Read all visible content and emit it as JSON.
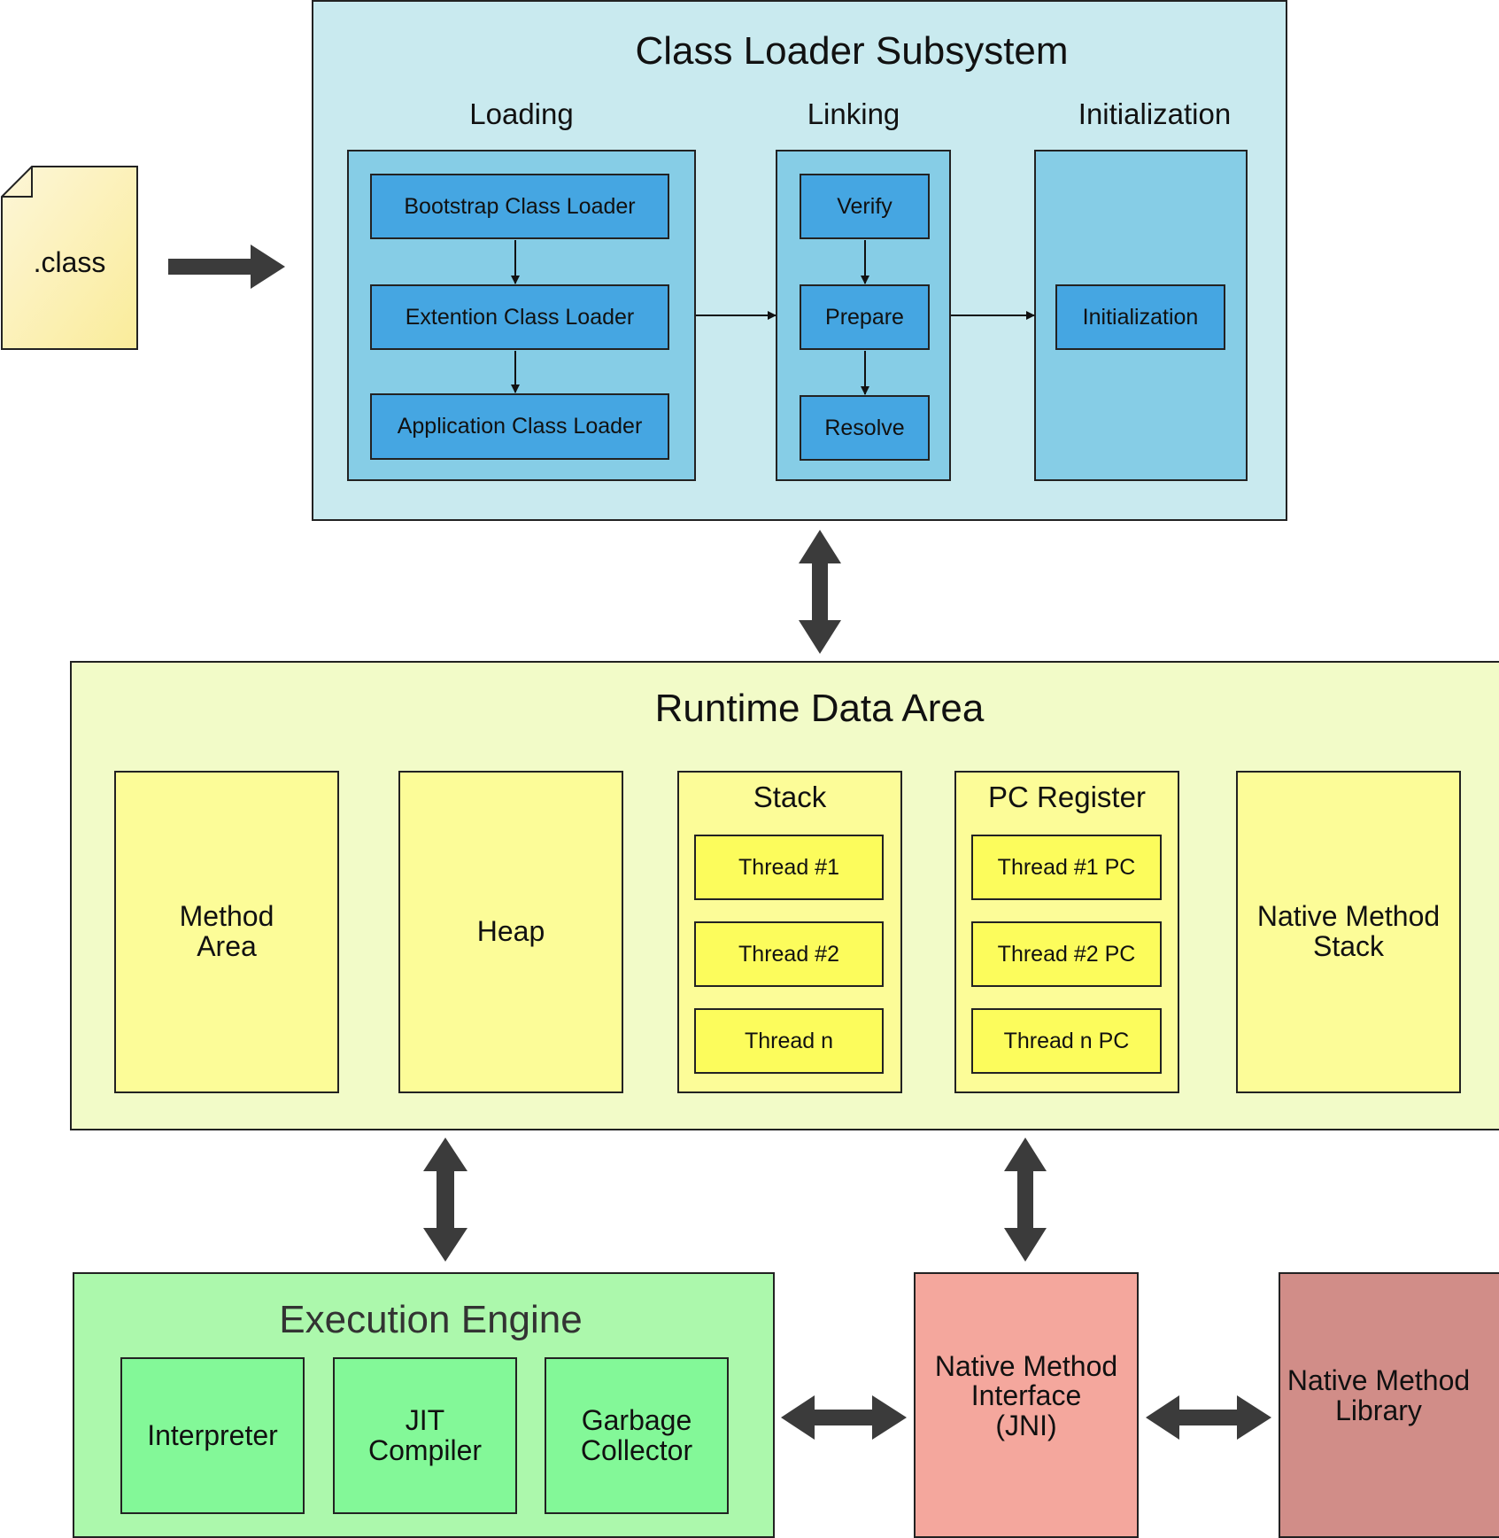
{
  "class_file": {
    "label": ".class"
  },
  "class_loader": {
    "title": "Class Loader Subsystem",
    "loading": {
      "title": "Loading",
      "items": [
        "Bootstrap Class Loader",
        "Extention Class Loader",
        "Application Class Loader"
      ]
    },
    "linking": {
      "title": "Linking",
      "items": [
        "Verify",
        "Prepare",
        "Resolve"
      ]
    },
    "initialization": {
      "title": "Initialization",
      "items": [
        "Initialization"
      ]
    }
  },
  "runtime_data_area": {
    "title": "Runtime Data Area",
    "method_area": [
      "Method",
      "Area"
    ],
    "heap": "Heap",
    "stack": {
      "title": "Stack",
      "items": [
        "Thread #1",
        "Thread #2",
        "Thread n"
      ]
    },
    "pc_register": {
      "title": "PC Register",
      "items": [
        "Thread #1 PC",
        "Thread #2 PC",
        "Thread n PC"
      ]
    },
    "native_method_stack": [
      "Native Method",
      "Stack"
    ]
  },
  "execution_engine": {
    "title": "Execution Engine",
    "interpreter": [
      "Interpreter"
    ],
    "jit_compiler": [
      "JIT",
      "Compiler"
    ],
    "garbage_collector": [
      "Garbage",
      "Collector"
    ]
  },
  "native_interface": {
    "lines": [
      "Native Method",
      "Interface",
      "(JNI)"
    ]
  },
  "native_library": {
    "lines": [
      "Native Method",
      "Library"
    ]
  },
  "colors": {
    "class_loader_bg": "#c9eaef",
    "class_loader_inner": "#86cde6",
    "class_loader_box": "#45a6e2",
    "runtime_bg": "#f2fbc8",
    "runtime_inner": "#fcfc98",
    "runtime_box": "#fcfc5c",
    "execution_bg": "#acf8ac",
    "execution_box": "#83f898",
    "native_interface_bg": "#f4a79d",
    "native_library_bg": "#d18d88",
    "arrow": "#3b3b3b"
  }
}
